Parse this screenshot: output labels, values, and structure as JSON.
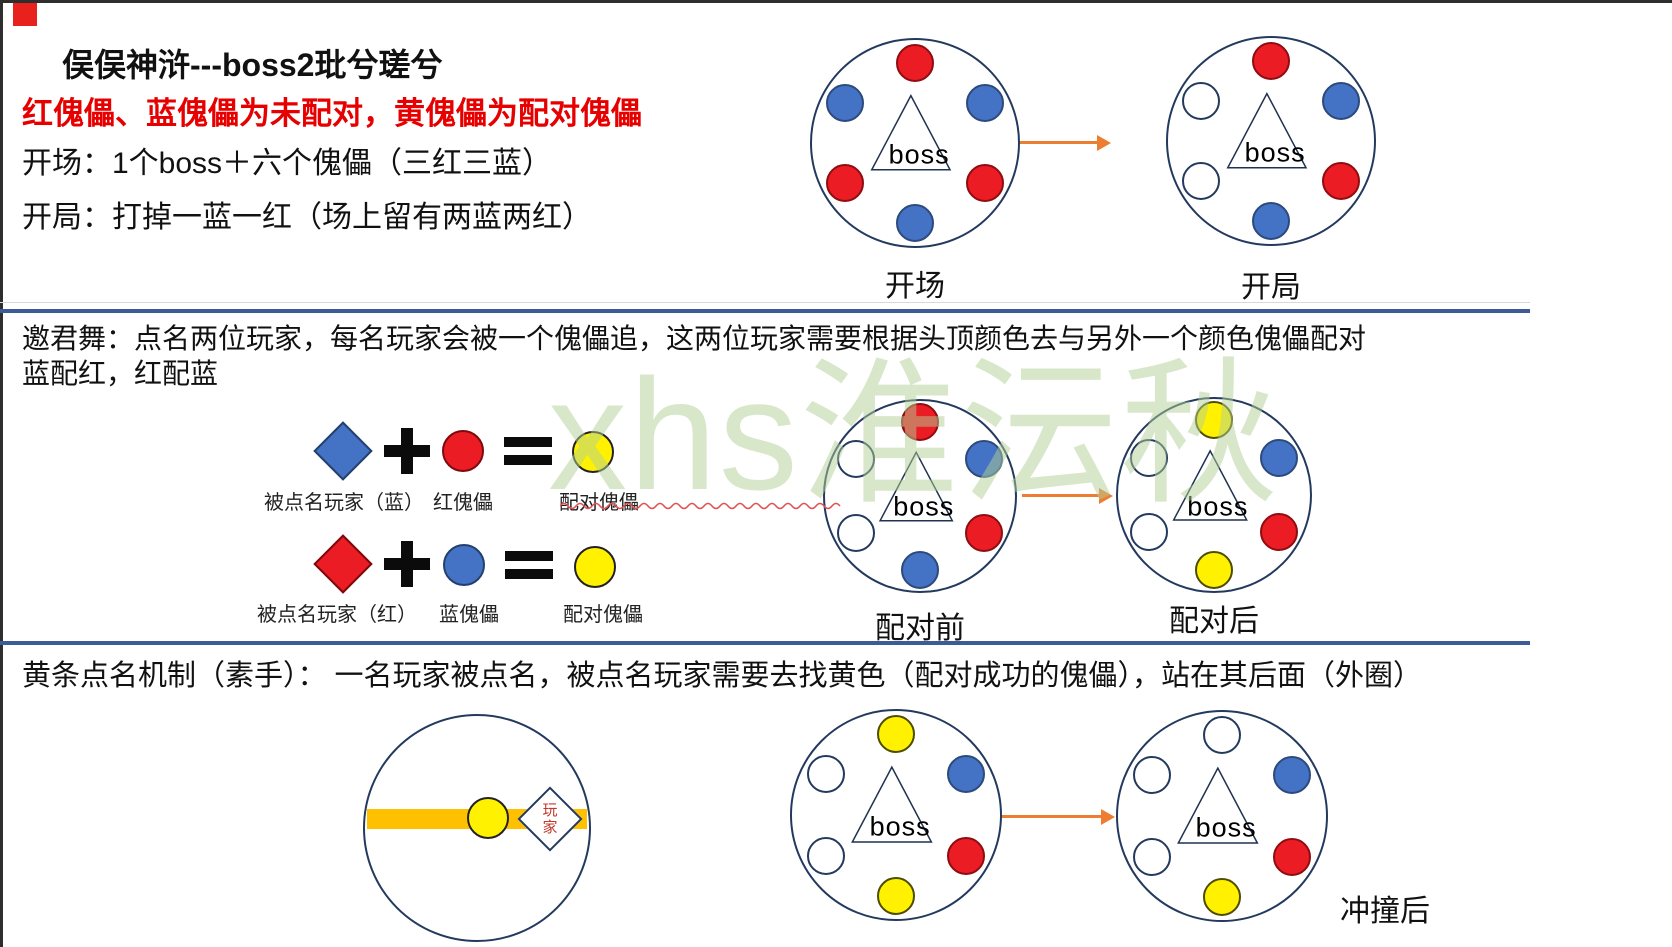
{
  "title": "俣俣神浒---boss2玭兮瑳兮",
  "red_note": "红傀儡、蓝傀儡为未配对，黄傀儡为配对傀儡",
  "opening": {
    "line1": "开场：1个boss＋六个傀儡（三红三蓝）",
    "line2": "开局：打掉一蓝一红（场上留有两蓝两红）"
  },
  "section2": {
    "line1": "邀君舞：点名两位玩家，每名玩家会被一个傀儡追，这两位玩家需要根据头顶颜色去与另外一个颜色傀儡配对",
    "line2": "蓝配红，红配蓝"
  },
  "section3": {
    "line1": "黄条点名机制（素手）：  一名玩家被点名，被点名玩家需要去找黄色（配对成功的傀儡），站在其后面（外圈）"
  },
  "labels": {
    "boss": "boss"
  },
  "equations": [
    {
      "left_label": "被点名玩家（蓝）",
      "left_color": "blue",
      "mid_label": "红傀儡",
      "mid_color": "red",
      "result_label": "配对傀儡",
      "result_color": "yellow"
    },
    {
      "left_label": "被点名玩家（红）",
      "left_color": "red",
      "mid_label": "蓝傀儡",
      "mid_color": "blue",
      "result_label": "配对傀儡",
      "result_color": "yellow"
    }
  ],
  "rings": {
    "kaichang": {
      "label": "开场",
      "dots": {
        "top": "red",
        "upper_right": "blue",
        "lower_right": "red",
        "bottom": "blue",
        "lower_left": "red",
        "upper_left": "blue"
      }
    },
    "kaiju": {
      "label": "开局",
      "dots": {
        "top": "red",
        "upper_right": "blue",
        "lower_right": "red",
        "bottom": "blue",
        "lower_left": "white",
        "upper_left": "white"
      }
    },
    "before_pair": {
      "label": "配对前",
      "dots": {
        "top": "red",
        "upper_right": "blue",
        "lower_right": "red",
        "bottom": "blue",
        "lower_left": "white",
        "upper_left": "white"
      }
    },
    "after_pair": {
      "label": "配对后",
      "dots": {
        "top": "yellow",
        "upper_right": "blue",
        "lower_right": "red",
        "bottom": "yellow",
        "lower_left": "white",
        "upper_left": "white"
      }
    },
    "beam_ring": {
      "player_label": "玩\n家"
    },
    "before_crash": {
      "dots": {
        "top": "yellow",
        "upper_right": "blue",
        "lower_right": "red",
        "bottom": "yellow",
        "lower_left": "white",
        "upper_left": "white"
      }
    },
    "after_crash": {
      "label": "冲撞后",
      "dots": {
        "top": "white",
        "upper_right": "blue",
        "lower_right": "red",
        "bottom": "yellow",
        "lower_left": "white",
        "upper_left": "white"
      }
    }
  },
  "watermark": "xhs淮沄秋",
  "colors": {
    "red_dot": "#eb1c24",
    "blue_dot": "#4472c4",
    "yellow_dot": "#fff100",
    "ring_stroke": "#233a5e",
    "arrow_orange": "#ed7d31",
    "beam_yellow": "#ffc000",
    "divider_blue": "#3d5c97",
    "note_red": "#e60000",
    "watermark_green": "#b2d096"
  }
}
